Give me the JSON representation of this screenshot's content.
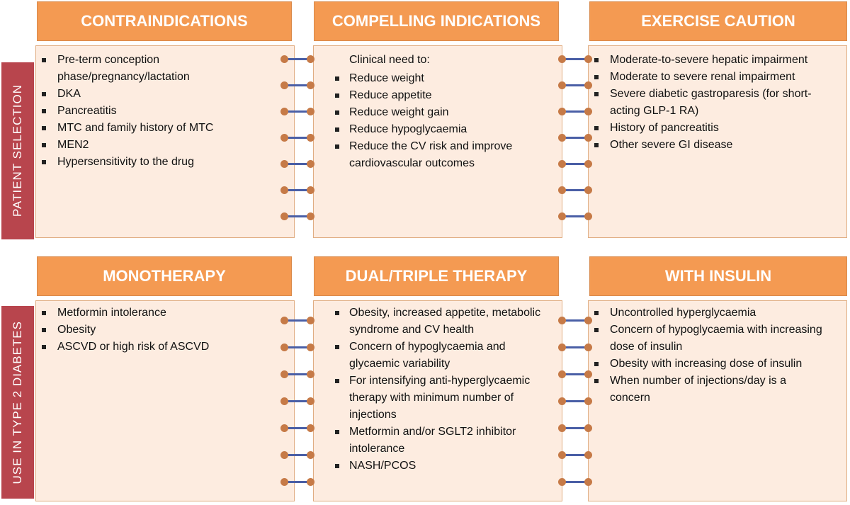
{
  "side_labels": {
    "top": "PATIENT SELECTION",
    "bottom": "USE IN TYPE 2 DIABETES"
  },
  "top_row": {
    "contraindications": {
      "title": "CONTRAINDICATIONS",
      "items": [
        "Pre-term conception phase/pregnancy/lactation",
        "DKA",
        "Pancreatitis",
        "MTC and family history of MTC",
        "MEN2",
        "Hypersensitivity to the drug"
      ]
    },
    "compelling": {
      "title": "COMPELLING INDICATIONS",
      "intro": "Clinical need to:",
      "items": [
        "Reduce weight",
        "Reduce appetite",
        "Reduce weight gain",
        "Reduce hypoglycaemia",
        "Reduce the CV risk and improve cardiovascular outcomes"
      ]
    },
    "caution": {
      "title": "EXERCISE CAUTION",
      "items": [
        "Moderate-to-severe hepatic impairment",
        "Moderate to severe renal impairment",
        "Severe diabetic gastroparesis (for short-acting GLP-1 RA)",
        "History of pancreatitis",
        "Other severe GI disease"
      ]
    }
  },
  "bottom_row": {
    "monotherapy": {
      "title": "MONOTHERAPY",
      "items": [
        "Metformin intolerance",
        "Obesity",
        "ASCVD or high risk of ASCVD"
      ]
    },
    "dual_triple": {
      "title": "DUAL/TRIPLE THERAPY",
      "items": [
        "Obesity, increased appetite, metabolic syndrome and CV health",
        "Concern of hypoglycaemia and glycaemic variability",
        "For intensifying anti-hyperglycaemic therapy with minimum number of injections",
        "Metformin and/or SGLT2 inhibitor intolerance",
        "NASH/PCOS"
      ]
    },
    "with_insulin": {
      "title": "WITH INSULIN",
      "items": [
        "Uncontrolled hyperglycaemia",
        "Concern of hypoglycaemia with increasing dose of insulin",
        "Obesity with increasing dose of insulin",
        "When number of injections/day is a concern"
      ]
    }
  },
  "colors": {
    "header": "#f49a52",
    "panel": "#fdece0",
    "side_label": "#b8454d",
    "ring_wire": "#4a5fa6",
    "ring_hole": "#c67a47"
  }
}
